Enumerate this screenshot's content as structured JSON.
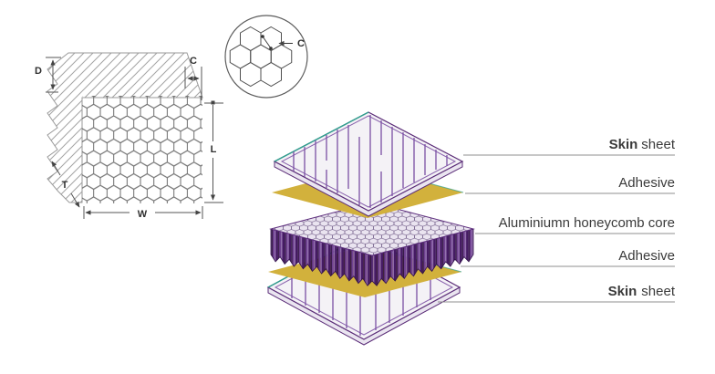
{
  "dimension_diagram": {
    "labels": {
      "depth": "D",
      "cell": "C",
      "thickness": "T",
      "length": "L",
      "width": "W"
    }
  },
  "cell_detail": {
    "label": "C"
  },
  "exploded_view": {
    "layers": [
      {
        "name": "skin-sheet-top",
        "label_a": "Skin",
        "label_b": "sheet"
      },
      {
        "name": "adhesive-top",
        "label": "Adhesive"
      },
      {
        "name": "honeycomb-core",
        "label": "Aluminiumn honeycomb core"
      },
      {
        "name": "adhesive-bottom",
        "label": "Adhesive"
      },
      {
        "name": "skin-sheet-bottom",
        "label_a": "Skin",
        "label_b": "sheet"
      }
    ]
  },
  "colors": {
    "adhesive_gold": "#d2b13c",
    "core_purple_dark": "#451b63",
    "core_purple_mid": "#6f4190",
    "core_top_lavender": "#c3b3d2",
    "sheet_edge_purple": "#5b2d78",
    "sheet_surface": "#f4f2f6",
    "edge_teal": "#2fa08e",
    "leader_line_grey": "#8f8f8f",
    "text_ink": "#3a3a3a"
  }
}
